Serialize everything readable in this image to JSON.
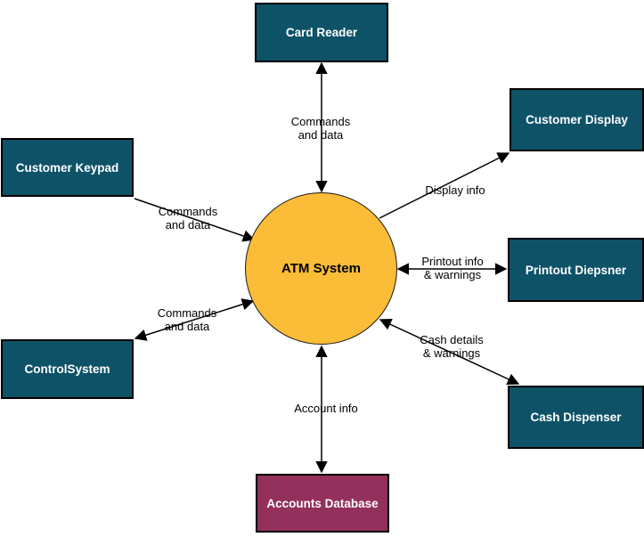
{
  "diagram_type": "data-flow-context-diagram",
  "center": {
    "label": "ATM System"
  },
  "nodes": {
    "card_reader": {
      "label": "Card Reader"
    },
    "customer_display": {
      "label": "Customer Display"
    },
    "printout_diepsner": {
      "label": "Printout Diepsner"
    },
    "cash_dispenser": {
      "label": "Cash Dispenser"
    },
    "customer_keypad": {
      "label": "Customer Keypad"
    },
    "control_system": {
      "label": "ControlSystem"
    },
    "accounts_database": {
      "label": "Accounts Database"
    }
  },
  "edges": {
    "card_reader": {
      "label": "Commands\nand data",
      "direction": "both"
    },
    "customer_keypad": {
      "label": "Commands\nand data",
      "direction": "to-center"
    },
    "control_system": {
      "label": "Commands\nand data",
      "direction": "both"
    },
    "customer_display": {
      "label": "Display info",
      "direction": "from-center"
    },
    "printout_diepsner": {
      "label": "Printout info\n& warnings",
      "direction": "both"
    },
    "cash_dispenser": {
      "label": "Cash details\n& warnings",
      "direction": "both"
    },
    "accounts_database": {
      "label": "Account info",
      "direction": "both"
    }
  },
  "colors": {
    "external_entity_fill": "#0E5268",
    "database_fill": "#93305C",
    "process_fill": "#FBBC38",
    "node_text": "#FFFFFF",
    "line": "#000000",
    "label_text": "#000000",
    "background": "#FFFFFF"
  }
}
